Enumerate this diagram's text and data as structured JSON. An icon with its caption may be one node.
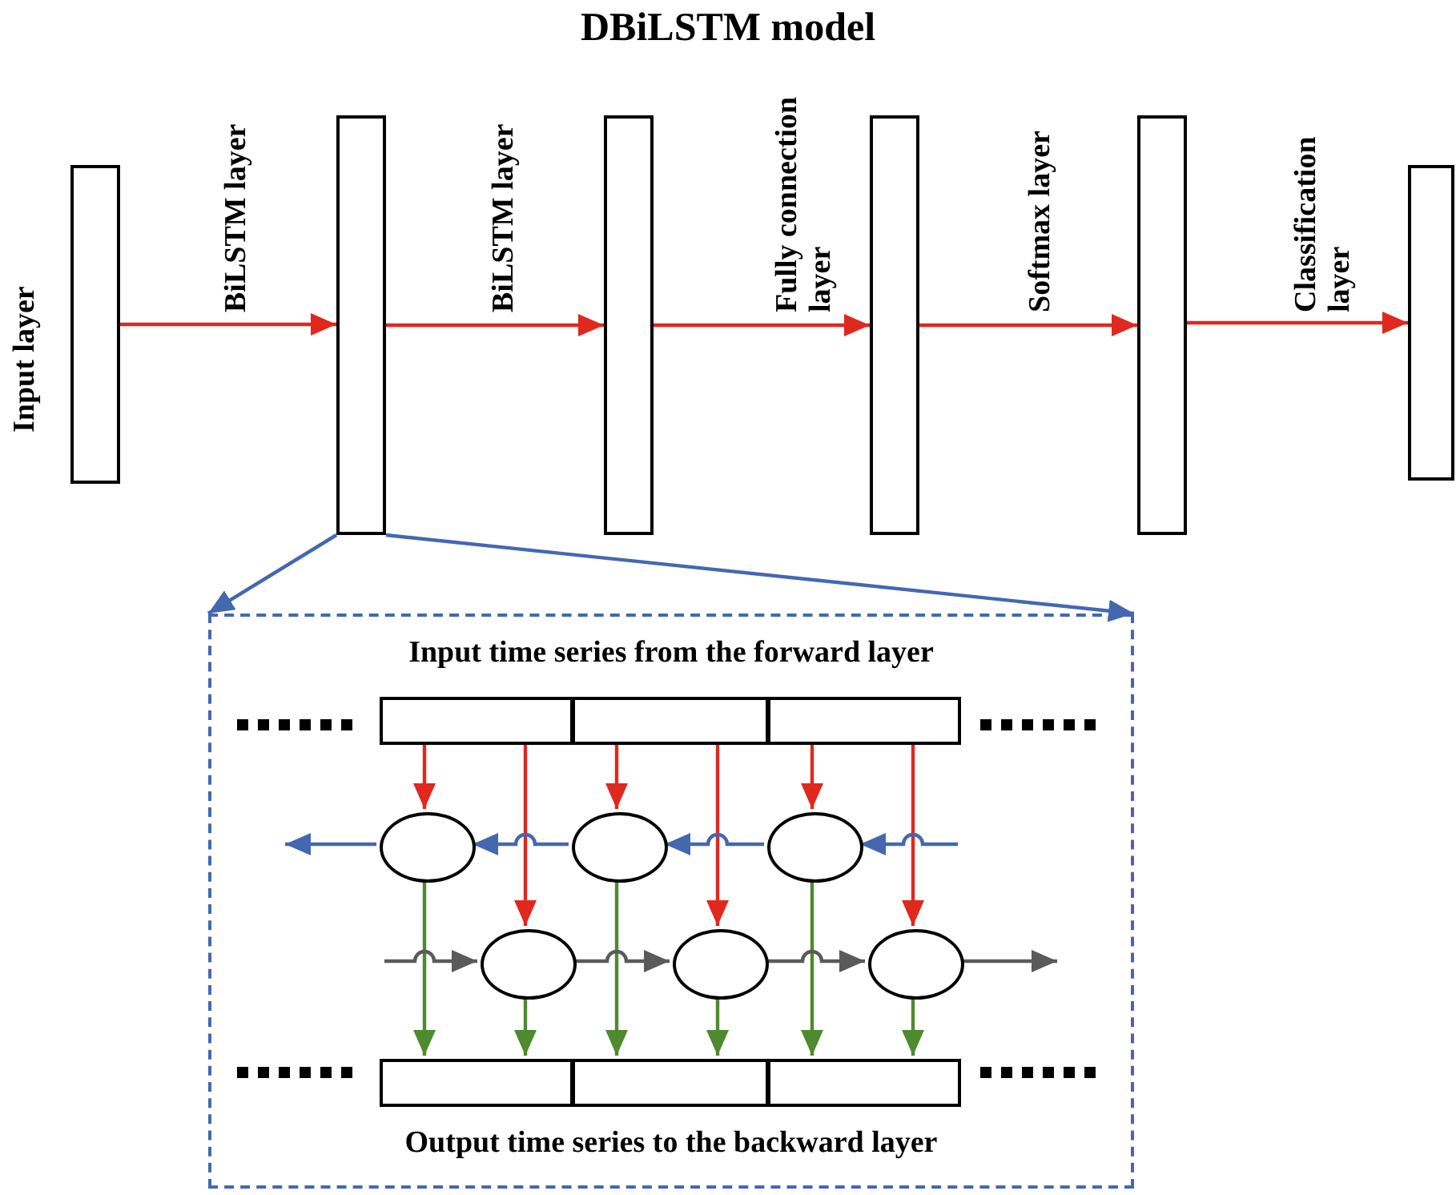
{
  "diagram": {
    "title": "DBiLSTM model",
    "nodes": [
      {
        "text": [],
        "shape": "bar",
        "beside": [
          "Input layer"
        ]
      },
      {
        "text": [],
        "shape": "bar",
        "beside": [
          "BiLSTM layer"
        ]
      },
      {
        "text": [],
        "shape": "bar",
        "beside": [
          "BiLSTM layer"
        ]
      },
      {
        "text": [],
        "shape": "bar",
        "beside": [
          "Fully connection layer"
        ]
      },
      {
        "text": [],
        "shape": "bar",
        "beside": [
          "Softmax layer"
        ]
      },
      {
        "text": [],
        "shape": "bar",
        "beside": [
          "Classification layer"
        ]
      },
      {
        "text": [
          "Input time series from the forward layer",
          "Output time series to the backward layer"
        ]
      },
      {
        "text": [],
        "shape": "box",
        "in": 6
      },
      {
        "text": [],
        "shape": "box",
        "in": 6
      },
      {
        "text": [],
        "shape": "box",
        "in": 6
      },
      {
        "text": [],
        "shape": "circle",
        "in": 6
      },
      {
        "text": [],
        "shape": "circle",
        "in": 6
      },
      {
        "text": [],
        "shape": "circle",
        "in": 6
      },
      {
        "text": [],
        "shape": "circle",
        "in": 6
      },
      {
        "text": [],
        "shape": "circle",
        "in": 6
      },
      {
        "text": [],
        "shape": "circle",
        "in": 6
      },
      {
        "text": [],
        "shape": "box",
        "in": 6
      },
      {
        "text": [],
        "shape": "box",
        "in": 6
      },
      {
        "text": [],
        "shape": "box",
        "in": 6
      }
    ],
    "edges": [
      {
        "from": 0,
        "to": 1,
        "arrow": "to"
      },
      {
        "from": 1,
        "to": 2,
        "arrow": "to"
      },
      {
        "from": 2,
        "to": 3,
        "arrow": "to"
      },
      {
        "from": 3,
        "to": 4,
        "arrow": "to"
      },
      {
        "from": 4,
        "to": 5,
        "arrow": "to"
      },
      {
        "from": 1,
        "to": 6,
        "arrow": "to",
        "color": "#4468b0"
      },
      {
        "from": 1,
        "to": 6,
        "arrow": "to",
        "color": "#4468b0"
      },
      {
        "from": 7,
        "to": 10,
        "arrow": "to"
      },
      {
        "from": 7,
        "to": 13,
        "arrow": "to"
      },
      {
        "from": 8,
        "to": 11,
        "arrow": "to"
      },
      {
        "from": 8,
        "to": 14,
        "arrow": "to"
      },
      {
        "from": 9,
        "to": 12,
        "arrow": "to"
      },
      {
        "from": 9,
        "to": 15,
        "arrow": "to"
      },
      {
        "from": 10,
        "to": 16,
        "arrow": "to",
        "color": "#4e8a2e"
      },
      {
        "from": 13,
        "to": 16,
        "arrow": "to",
        "color": "#4e8a2e"
      },
      {
        "from": 11,
        "to": 17,
        "arrow": "to",
        "color": "#4e8a2e"
      },
      {
        "from": 14,
        "to": 17,
        "arrow": "to",
        "color": "#4e8a2e"
      },
      {
        "from": 12,
        "to": 18,
        "arrow": "to",
        "color": "#4e8a2e"
      },
      {
        "from": 15,
        "to": 18,
        "arrow": "to",
        "color": "#4e8a2e"
      },
      {
        "from": null,
        "to": 12,
        "arrow": "to",
        "color": "#4468b0"
      },
      {
        "from": 12,
        "to": 11,
        "arrow": "to",
        "color": "#4468b0"
      },
      {
        "from": 11,
        "to": 10,
        "arrow": "to",
        "color": "#4468b0"
      },
      {
        "from": 10,
        "to": null,
        "arrow": "to",
        "color": "#4468b0"
      },
      {
        "from": null,
        "to": 13,
        "arrow": "to",
        "color": "#5a5a5a"
      },
      {
        "from": 13,
        "to": 14,
        "arrow": "to",
        "color": "#5a5a5a"
      },
      {
        "from": 14,
        "to": 15,
        "arrow": "to",
        "color": "#5a5a5a"
      },
      {
        "from": 15,
        "to": null,
        "arrow": "to",
        "color": "#5a5a5a"
      }
    ]
  }
}
